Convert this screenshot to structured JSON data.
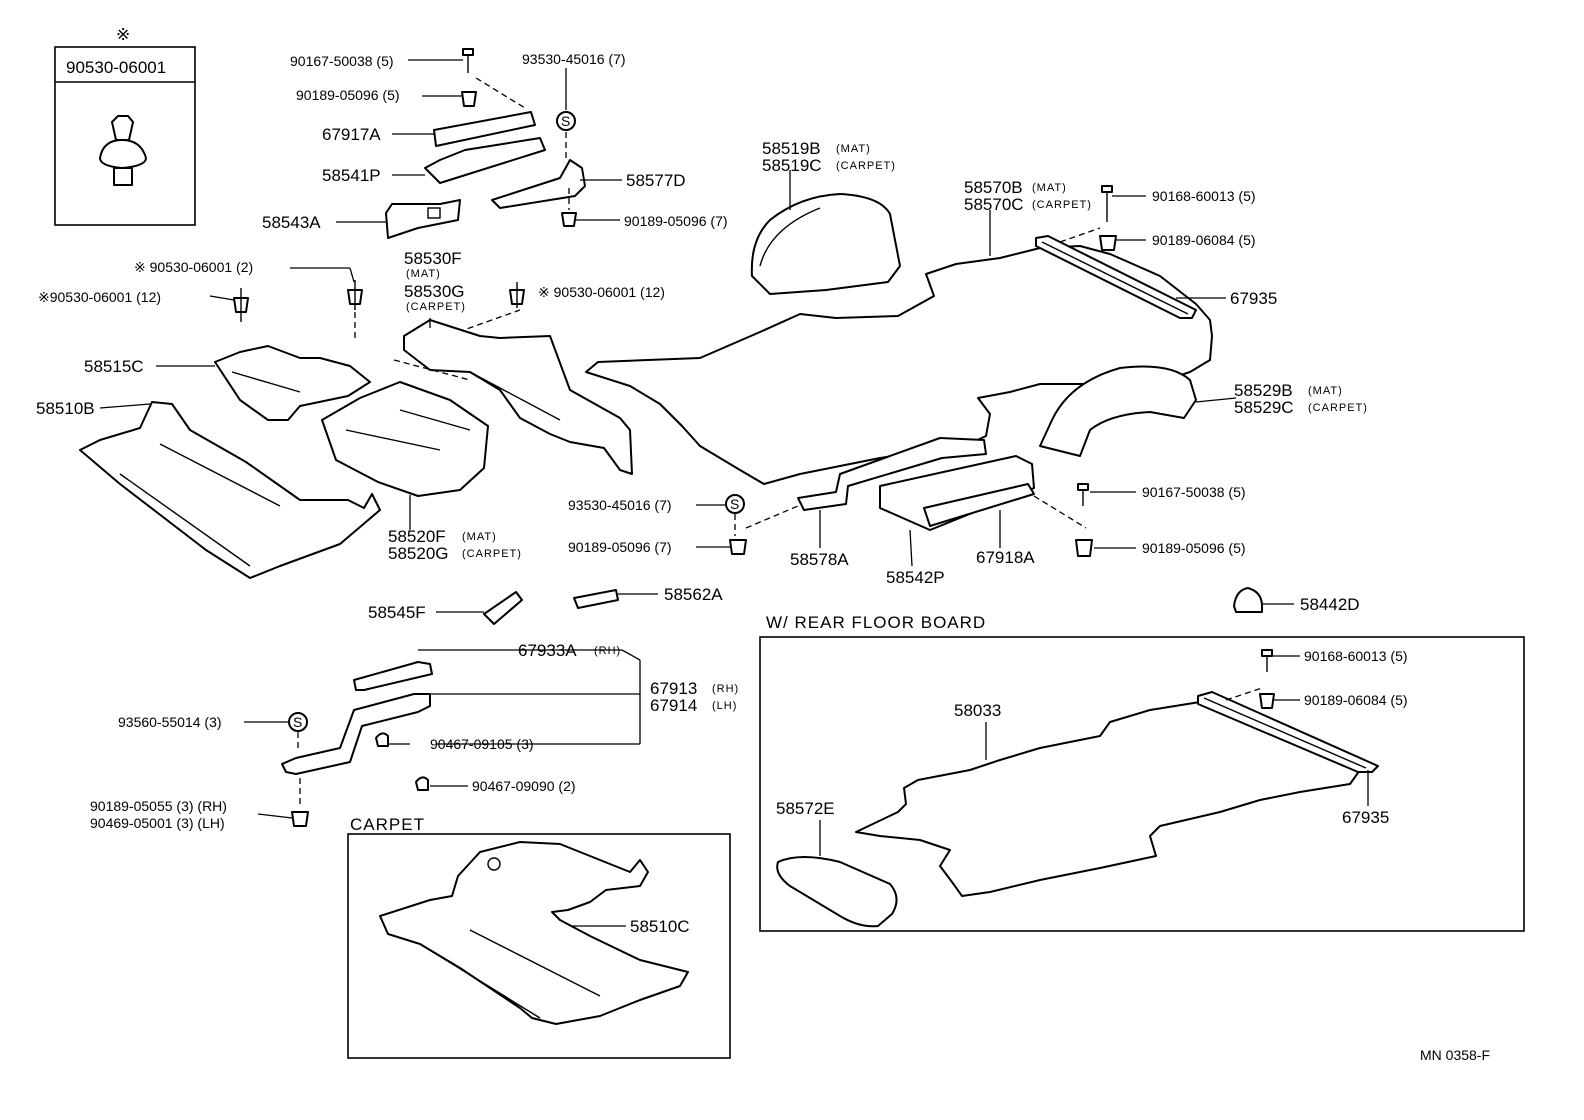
{
  "inset_part": {
    "mark": "※",
    "number": "90530-06001"
  },
  "labels": {
    "p90167_50038_top": "90167-50038 (5)",
    "p93530_45016_top": "93530-45016 (7)",
    "p90189_05096_top": "90189-05096 (5)",
    "p67917A": "67917A",
    "p58541P": "58541P",
    "p58577D": "58577D",
    "p58543A": "58543A",
    "p90189_05096_7a": "90189-05096 (7)",
    "p58519B": "58519B",
    "p58519B_note": "(MAT)",
    "p58519C": "58519C",
    "p58519C_note": "(CARPET)",
    "p58570B": "58570B",
    "p58570B_note": "(MAT)",
    "p58570C": "58570C",
    "p58570C_note": "(CARPET)",
    "p90168_60013_top": "90168-60013 (5)",
    "p90189_06084_top": "90189-06084 (5)",
    "p67935_top": "67935",
    "p90530_2": "※ 90530-06001 (2)",
    "p58530F": "58530F",
    "p58530F_note": "(MAT)",
    "p58530G": "58530G",
    "p58530G_note": "(CARPET)",
    "p90530_12_left": "※90530-06001 (12)",
    "p90530_12_right": "※ 90530-06001 (12)",
    "p58515C": "58515C",
    "p58510B": "58510B",
    "p58529B": "58529B",
    "p58529B_note": "(MAT)",
    "p58529C": "58529C",
    "p58529C_note": "(CARPET)",
    "p93530_45016_mid": "93530-45016 (7)",
    "p90189_05096_7b": "90189-05096 (7)",
    "p90167_50038_mid": "90167-50038 (5)",
    "p90189_05096_5b": "90189-05096 (5)",
    "p58520F": "58520F",
    "p58520F_note": "(MAT)",
    "p58520G": "58520G",
    "p58520G_note": "(CARPET)",
    "p58578A": "58578A",
    "p58542P": "58542P",
    "p67918A": "67918A",
    "p58545F": "58545F",
    "p58562A": "58562A",
    "p58442D": "58442D",
    "p67933A": "67933A",
    "p67933A_note": "(RH)",
    "p67913": "67913",
    "p67913_note": "(RH)",
    "p67914": "67914",
    "p67914_note": "(LH)",
    "p93560_55014": "93560-55014 (3)",
    "p90467_09105": "90467-09105 (3)",
    "p90467_09090": "90467-09090 (2)",
    "p90189_05055": "90189-05055 (3) (RH)",
    "p90469_05001": "90469-05001 (3) (LH)",
    "p58510C": "58510C",
    "p58033": "58033",
    "p58572E": "58572E",
    "p90168_60013_box": "90168-60013 (5)",
    "p90189_06084_box": "90189-06084 (5)",
    "p67935_box": "67935",
    "s_symbol": "S"
  },
  "groups": {
    "carpet_title": "CARPET",
    "rear_floor_board_title": "W/ REAR FLOOR BOARD"
  },
  "footer": {
    "code": "MN 0358-F"
  }
}
